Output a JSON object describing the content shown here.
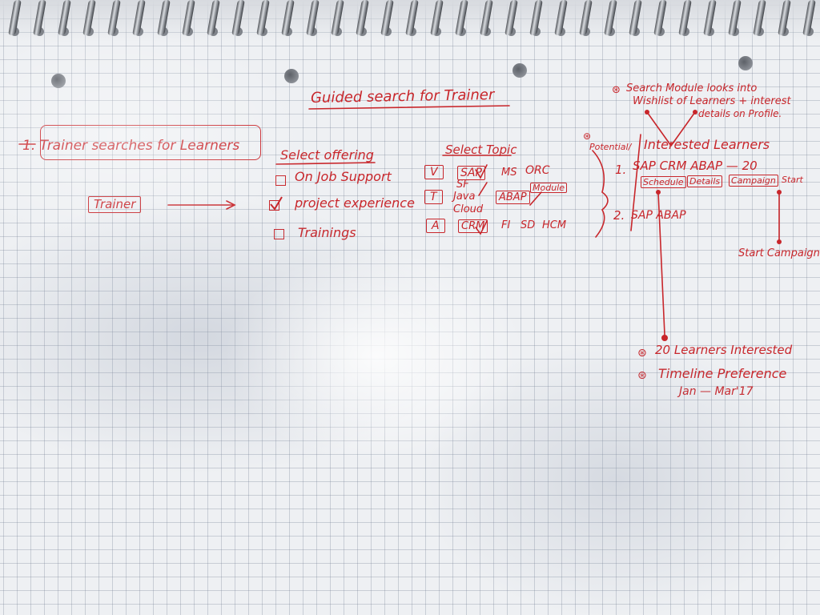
{
  "title": "Guided search for Trainer",
  "step_label": "1. Trainer searches for Learners",
  "actor": "Trainer",
  "select_offering": {
    "heading": "Select offering",
    "options": [
      {
        "label": "On Job Support",
        "checked": false
      },
      {
        "label": "project experience",
        "checked": true
      },
      {
        "label": "Trainings",
        "checked": false
      }
    ]
  },
  "select_topic": {
    "heading": "Select Topic",
    "rows": [
      {
        "tag": "V",
        "items": [
          "SAP",
          "MS",
          "ORC"
        ],
        "sub": "SF"
      },
      {
        "tag": "T",
        "items": [
          "Java",
          "ABAP",
          "Module"
        ],
        "sub": "Cloud"
      },
      {
        "tag": "A",
        "items": [
          "CRM",
          "FI",
          "SD",
          "HCM"
        ]
      }
    ]
  },
  "note_top": {
    "marker": "⊛",
    "lines": [
      "Search Module looks into",
      "Wishlist of Learners + interest",
      "details on Profile."
    ]
  },
  "potential": {
    "marker": "⊛",
    "label": "Potential/",
    "heading": "Interested Learners",
    "items": [
      {
        "num": "1.",
        "text": "SAP CRM ABAP — 20"
      },
      {
        "num": "2.",
        "text": "SAP ABAP"
      }
    ],
    "actions": [
      "Schedule",
      "Details",
      "Campaign",
      "Start"
    ]
  },
  "start_campaign": "Start Campaign",
  "interested_note": {
    "marker": "⊛",
    "text": "20 Learners Interested"
  },
  "timeline_note": {
    "marker": "⊛",
    "text": "Timeline Preference",
    "range": "Jan — Mar'17"
  },
  "colors": {
    "ink": "#c8262b",
    "grid": "#8a92a3",
    "paper": "#eef0f3"
  }
}
